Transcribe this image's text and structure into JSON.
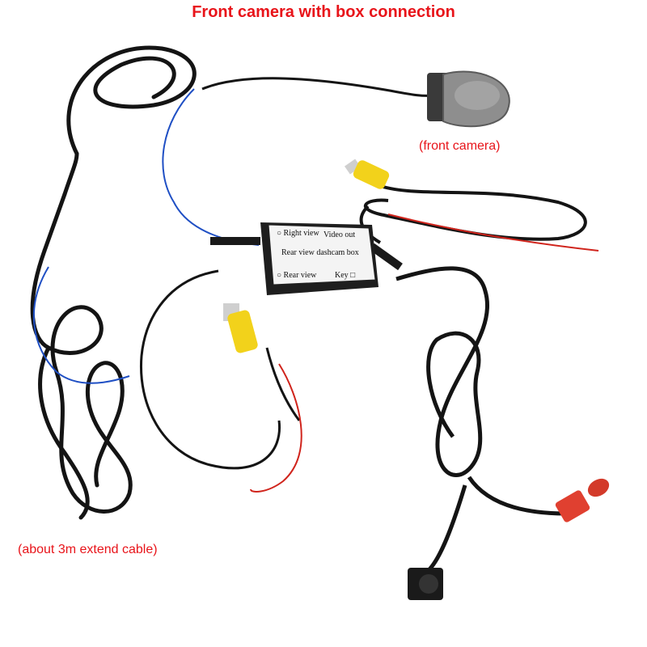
{
  "title": "Front camera with box connection",
  "captions": {
    "front_camera": "(front camera)",
    "extend_cable": "(about 3m extend cable)"
  },
  "box_labels": {
    "right_view": "Right view",
    "video_out": "Video out",
    "model": "Rear view dashcam box",
    "rear_view": "Rear view",
    "key": "Key"
  },
  "colors": {
    "title": "#e8141a",
    "cable": "#111111",
    "blue_wire": "#1f4fc4",
    "red_wire": "#d0241c",
    "rca_yellow": "#f2d21b",
    "rca_red": "#e04030"
  }
}
